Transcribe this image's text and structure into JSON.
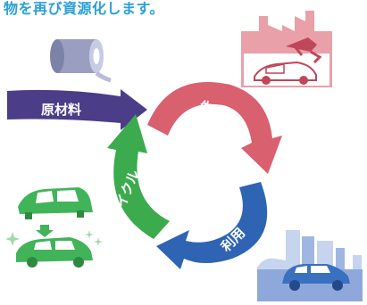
{
  "header": {
    "text": "物を再び資源化します。"
  },
  "cycle": {
    "raw_material_label": "原材料",
    "production_label": "生産",
    "use_label": "利用",
    "recycle_label": "リサイクル"
  },
  "colors": {
    "raw_material": "#4b3d88",
    "production": "#d9606f",
    "use": "#2f64b4",
    "recycle": "#3bab4d",
    "header_text": "#2aa0d8"
  },
  "icons": {
    "raw_material": "tape-roll-icon",
    "production": "factory-robot-icon",
    "use": "city-car-icon",
    "recycle": "car-recycle-icon"
  }
}
